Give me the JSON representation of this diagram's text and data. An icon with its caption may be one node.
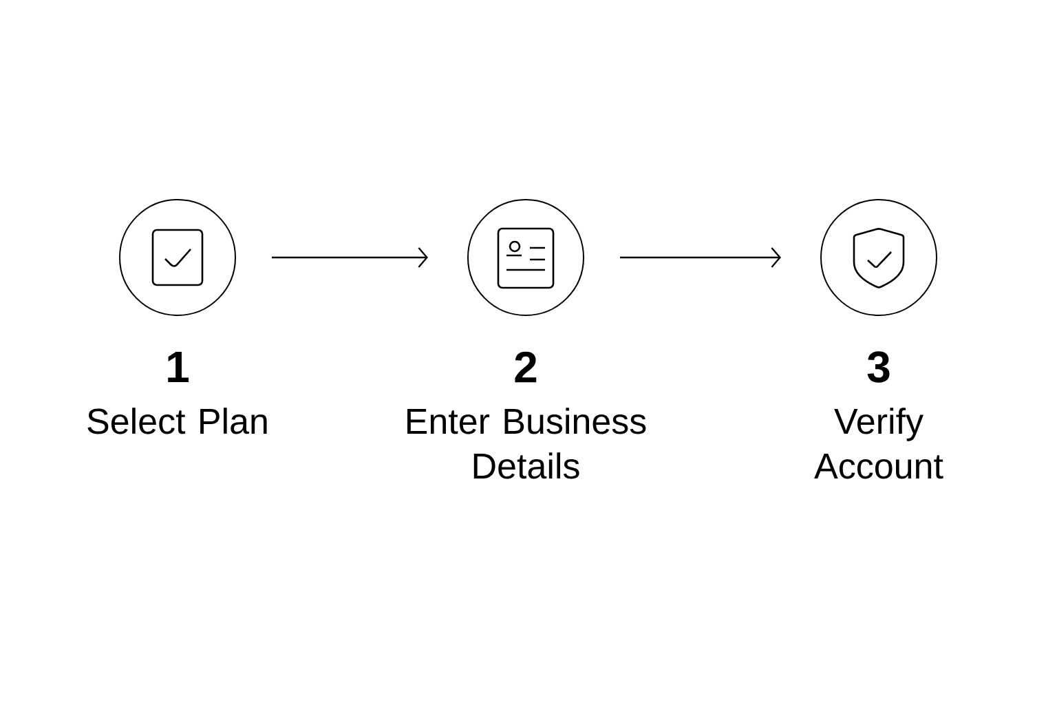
{
  "diagram": {
    "nodes": [
      {
        "text": [
          "1",
          "Select Plan"
        ]
      },
      {
        "text": [
          "2",
          "Enter Business Details"
        ]
      },
      {
        "text": [
          "3",
          "Verify Account"
        ]
      }
    ],
    "edges": [
      {
        "from": 0,
        "to": 1,
        "arrow": "to"
      },
      {
        "from": 1,
        "to": 2,
        "arrow": "to"
      }
    ]
  }
}
